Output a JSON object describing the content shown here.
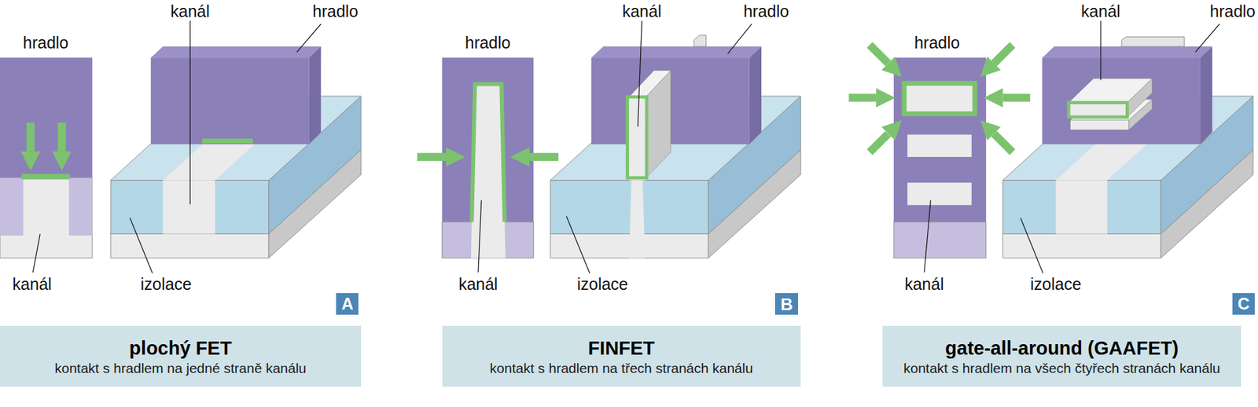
{
  "diagram": {
    "nodes": [
      {
        "text": [
          "A"
        ]
      },
      {
        "text": [
          "plochý FET",
          "kontakt s hradlem na jedné straně kanálu"
        ]
      },
      {
        "text": [
          "B"
        ]
      },
      {
        "text": [
          "FINFET",
          "kontakt s hradlem na třech stranách kanálu"
        ]
      },
      {
        "text": [
          "C"
        ]
      },
      {
        "text": [
          "gate-all-around (GAAFET)",
          "kontakt s hradlem na všech čtyřech stranách kanálu"
        ]
      }
    ],
    "labels": [
      "hradlo",
      "kanál",
      "hradlo",
      "kanál",
      "izolace",
      "hradlo",
      "kanál",
      "hradlo",
      "kanál",
      "izolace",
      "hradlo",
      "kanál",
      "hradlo",
      "kanál",
      "izolace"
    ]
  }
}
